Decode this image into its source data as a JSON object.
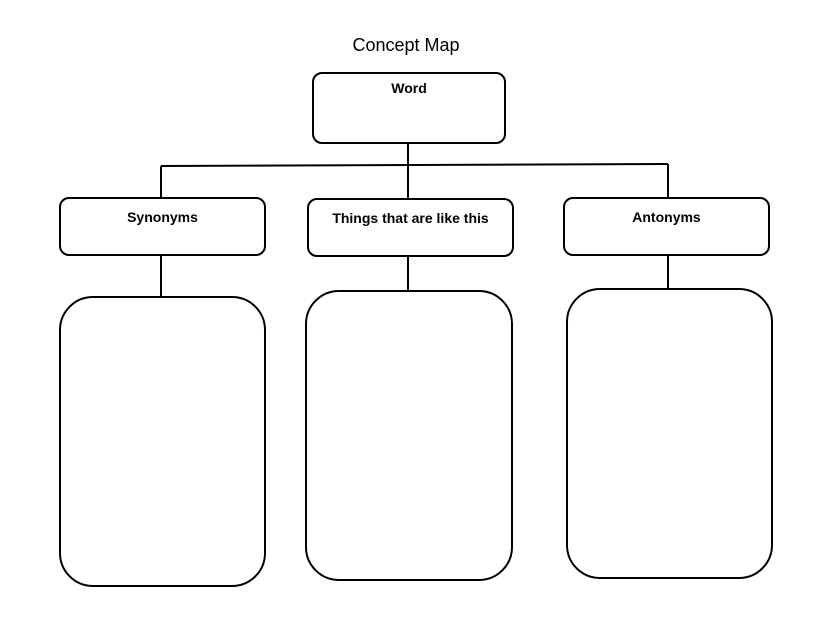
{
  "diagram": {
    "title": "Concept Map",
    "root": {
      "label": "Word"
    },
    "categories": [
      {
        "label": "Synonyms"
      },
      {
        "label": "Things that are like this"
      },
      {
        "label": "Antonyms"
      }
    ],
    "colors": {
      "stroke": "#000000",
      "background": "#ffffff"
    }
  }
}
